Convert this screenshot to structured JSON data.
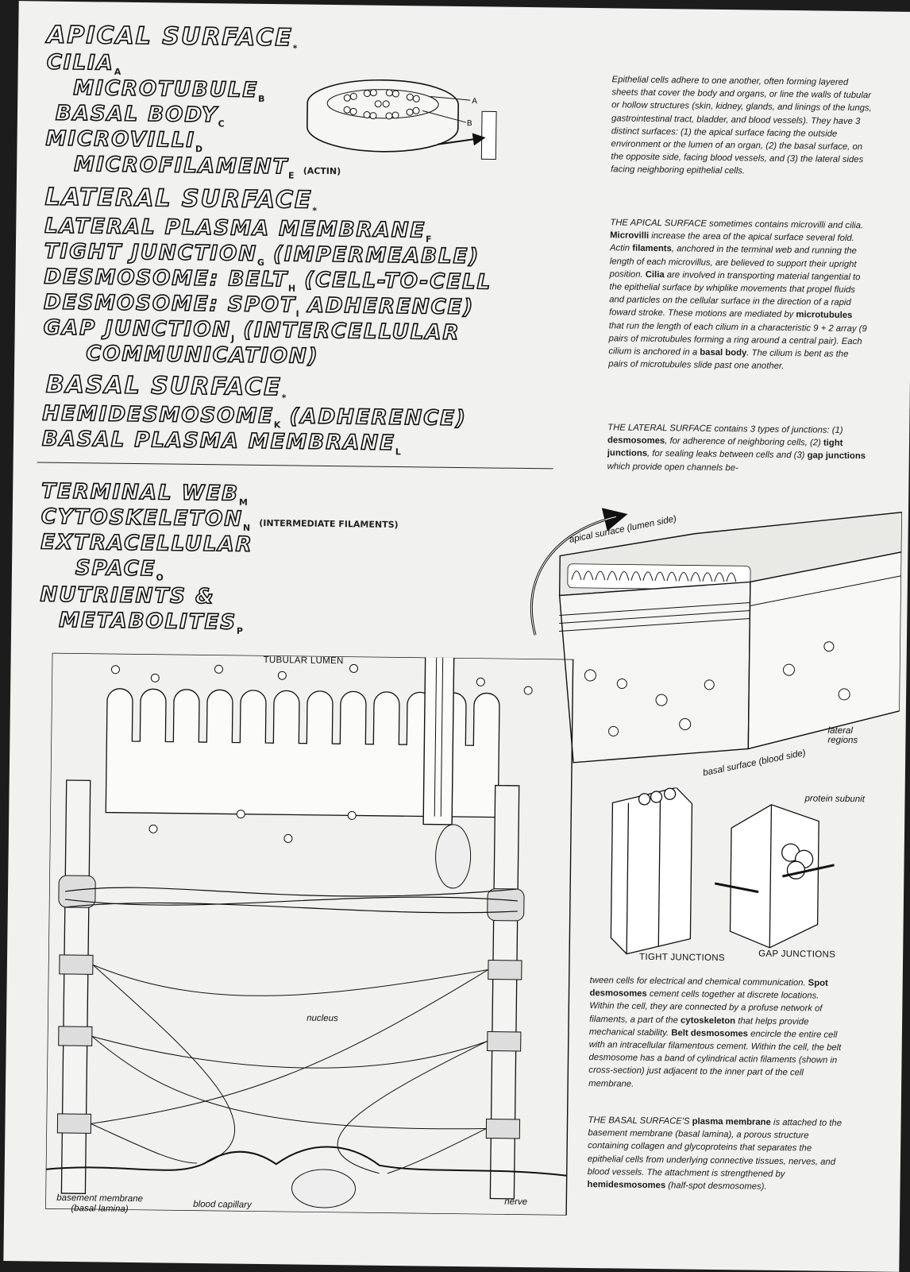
{
  "headings": {
    "apical_surface": "APICAL SURFACE",
    "apical_mark": "*",
    "cilia": "CILIA",
    "cilia_mark": "A",
    "microtubule": "MICROTUBULE",
    "microtubule_mark": "B",
    "basal_body": "BASAL BODY",
    "basal_body_mark": "C",
    "microvilli": "MICROVILLI",
    "microvilli_mark": "D",
    "microfilament": "MICROFILAMENT",
    "microfilament_mark": "E",
    "microfilament_note": "(ACTIN)",
    "lateral_surface": "LATERAL SURFACE",
    "lateral_mark": "*",
    "lateral_plasma_membrane": "LATERAL PLASMA MEMBRANE",
    "lateral_plasma_mark": "F",
    "tight_junction": "TIGHT JUNCTION",
    "tight_junction_mark": "G",
    "tight_junction_note": "(IMPERMEABLE)",
    "desmosome_belt": "DESMOSOME: BELT",
    "desmosome_belt_mark": "H",
    "desmosome_belt_note": "(CELL-TO-CELL",
    "desmosome_spot": "DESMOSOME: SPOT",
    "desmosome_spot_mark": "I",
    "desmosome_spot_note": "ADHERENCE)",
    "gap_junction": "GAP JUNCTION",
    "gap_junction_mark": "J",
    "gap_junction_note": "(INTERCELLULAR",
    "communication": "COMMUNICATION)",
    "basal_surface": "BASAL SURFACE",
    "basal_mark": "*",
    "hemidesmosome": "HEMIDESMOSOME",
    "hemidesmosome_mark": "K",
    "hemidesmosome_note": "(ADHERENCE)",
    "basal_plasma_membrane": "BASAL PLASMA MEMBRANE",
    "basal_plasma_mark": "L",
    "terminal_web": "TERMINAL WEB",
    "terminal_web_mark": "M",
    "cytoskeleton": "CYTOSKELETON",
    "cytoskeleton_mark": "N",
    "cytoskeleton_note": "(INTERMEDIATE FILAMENTS)",
    "extracellular": "EXTRACELLULAR",
    "space": "SPACE",
    "space_mark": "O",
    "nutrients": "NUTRIENTS &",
    "metabolites": "METABOLITES",
    "metabolites_mark": "P"
  },
  "text": {
    "p1": "Epithelial cells adhere to one another, often forming layered sheets that cover the body and organs, or line the walls of tubular or hollow structures (skin, kidney, glands, and linings of the lungs, gastrointestinal tract, bladder, and blood vessels). They have 3 distinct surfaces: (1) the apical surface facing the outside environment or the lumen of an organ, (2) the basal surface, on the opposite side, facing blood vessels, and (3) the lateral sides facing neighboring epithelial cells.",
    "p2_a": "THE APICAL SURFACE sometimes contains microvilli and cilia. ",
    "p2_b": "Microvilli",
    "p2_c": " increase the area of the apical surface several fold. Actin ",
    "p2_d": "filaments",
    "p2_e": ", anchored in the terminal web and running the length of each microvillus, are believed to support their upright position. ",
    "p2_f": "Cilia",
    "p2_g": " are involved in transporting material tangential to the epithelial surface by whiplike movements that propel fluids and particles on the cellular surface in the direction of a rapid foward stroke. These motions are mediated by ",
    "p2_h": "microtubules",
    "p2_i": " that run the length of each cilium in a characteristic 9 + 2 array (9 pairs of microtubules forming a ring around a central pair). Each cilium is anchored in a ",
    "p2_j": "basal body",
    "p2_k": ". The cilium is bent as the pairs of microtubules slide past one another.",
    "p3_a": "THE LATERAL SURFACE contains 3 types of junctions: (1) ",
    "p3_b": "desmosomes",
    "p3_c": ", for adherence of neighboring cells, (2) ",
    "p3_d": "tight junctions",
    "p3_e": ", for sealing leaks between cells and (3) ",
    "p3_f": "gap junctions",
    "p3_g": " which provide open channels be-",
    "p4_a": "tween cells for electrical and chemical communication. ",
    "p4_b": "Spot desmosomes",
    "p4_c": " cement cells together at discrete locations. Within the cell, they are connected by a profuse network of filaments, a part of the ",
    "p4_d": "cytoskeleton",
    "p4_e": " that helps provide mechanical stability. ",
    "p4_f": "Belt desmosomes",
    "p4_g": " encircle the entire cell with an intracellular filamentous cement. Within the cell, the belt desmosome has a band of cylindrical actin filaments (shown in cross-section) just adjacent to the inner part of the cell membrane.",
    "p5_a": "THE BASAL SURFACE'S ",
    "p5_b": "plasma membrane",
    "p5_c": " is attached to the basement membrane (basal lamina), a porous structure containing collagen and glycoproteins that separates the epithelial cells from underlying connective tissues, nerves, and blood vessels. The attachment is strengthened by ",
    "p5_d": "hemidesmosomes",
    "p5_e": " (half-spot desmosomes)."
  },
  "labels": {
    "apical_surface_lumen": "apical surface (lumen side)",
    "basal_surface_blood": "basal surface (blood side)",
    "lateral_regions_1": "lateral",
    "lateral_regions_2": "regions",
    "protein_subunit": "protein subunit",
    "tight_junctions": "TIGHT JUNCTIONS",
    "gap_junctions": "GAP JUNCTIONS",
    "tubular_lumen": "TUBULAR LUMEN",
    "nucleus": "nucleus",
    "basement_membrane_1": "basement membrane",
    "basement_membrane_2": "(basal lamina)",
    "blood_capillary": "blood capillary",
    "nerve": "nerve"
  },
  "colors": {
    "ink": "#111111",
    "paper": "#f1f1ef",
    "background": "#1c1c1c"
  }
}
